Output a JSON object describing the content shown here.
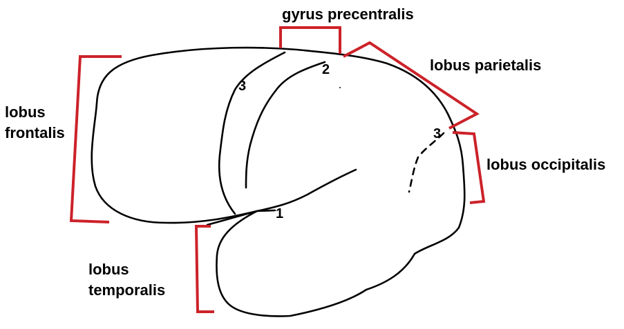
{
  "labels": {
    "gyrus_precentralis": "gyrus precentralis",
    "lobus_parietalis": "lobus parietalis",
    "lobus_frontalis_1": "lobus",
    "lobus_frontalis_2": "frontalis",
    "lobus_occipitalis": "lobus occipitalis",
    "lobus_temporalis_1": "lobus",
    "lobus_temporalis_2": "temporalis"
  },
  "numbers": {
    "sulcus_lateralis": "1",
    "sulcus_centralis": "2",
    "precentral_sulcus": "3",
    "parieto_occipital": "3"
  },
  "colors": {
    "outline": "#000000",
    "bracket": "#cc2229"
  }
}
